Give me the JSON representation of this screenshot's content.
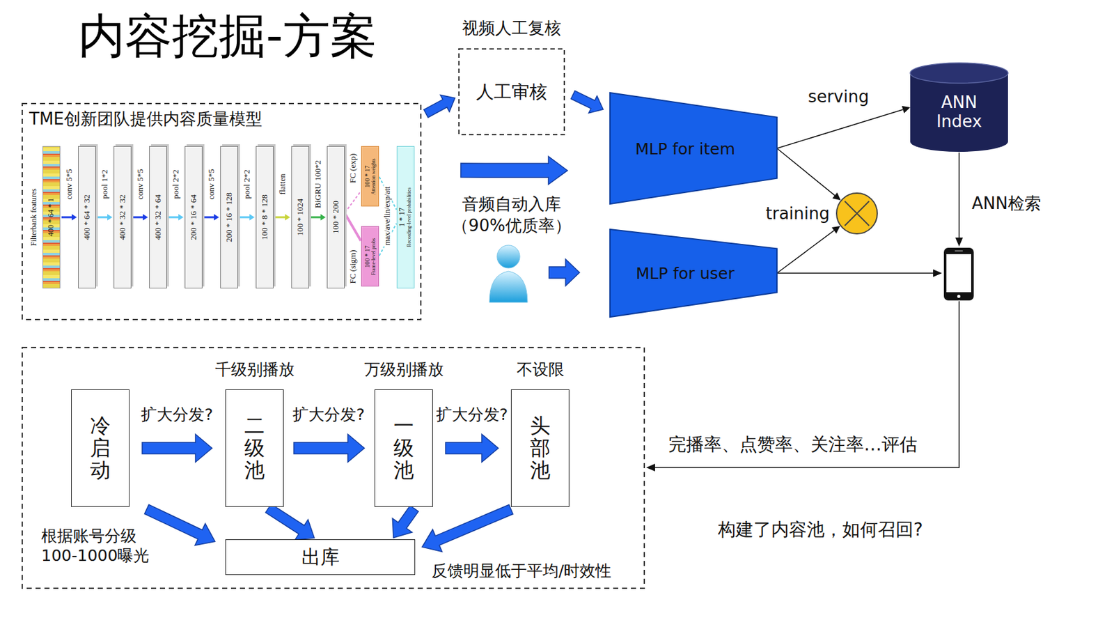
{
  "diagram": {
    "title": "内容挖掘-方案",
    "nodes": [
      {
        "text": [
          "TME创新团队提供内容质量模型"
        ]
      },
      {
        "text": [
          "Filterbank features",
          "400 * 64 * 1"
        ],
        "in": 0
      },
      {
        "text": [
          "400 * 64 * 32"
        ],
        "in": 0
      },
      {
        "text": [
          "400 * 32 * 32"
        ],
        "in": 0
      },
      {
        "text": [
          "400 * 32 * 64"
        ],
        "in": 0
      },
      {
        "text": [
          "200 * 16 * 64"
        ],
        "in": 0
      },
      {
        "text": [
          "200 * 16 * 128"
        ],
        "in": 0
      },
      {
        "text": [
          "100 * 8 * 128"
        ],
        "in": 0
      },
      {
        "text": [
          "100 * 1024"
        ],
        "in": 0
      },
      {
        "text": [
          "100 * 200"
        ],
        "in": 0
      },
      {
        "text": [
          "100 * 17",
          "Attention weights"
        ],
        "in": 0
      },
      {
        "text": [
          "100 * 17",
          "Frame-level probs"
        ],
        "in": 0
      },
      {
        "text": [
          "1 * 17",
          "Recording-level probabilities"
        ],
        "in": 0
      },
      {
        "text": [
          "视频人工复核",
          "人工审核"
        ]
      },
      {
        "text": [
          "MLP for item"
        ]
      },
      {
        "text": [
          "MLP for user"
        ]
      },
      {
        "text": [
          "ANN Index"
        ]
      },
      {
        "text": [
          "training"
        ]
      },
      {
        "text": [
          "根据账号分级 100-1000曝光",
          "反馈明显低于平均/时效性"
        ]
      },
      {
        "text": [
          "冷启动"
        ],
        "in": 18
      },
      {
        "text": [
          "千级别播放",
          "二级池"
        ],
        "in": 18
      },
      {
        "text": [
          "万级别播放",
          "一级池"
        ],
        "in": 18
      },
      {
        "text": [
          "不设限",
          "头部池"
        ],
        "in": 18
      },
      {
        "text": [
          "出库"
        ],
        "in": 18
      }
    ],
    "edges": [
      {
        "from": 1,
        "to": 2,
        "arrow": "to",
        "label": "conv 5*5"
      },
      {
        "from": 2,
        "to": 3,
        "arrow": "to",
        "label": "pool 1*2"
      },
      {
        "from": 3,
        "to": 4,
        "arrow": "to",
        "label": "conv 5*5"
      },
      {
        "from": 4,
        "to": 5,
        "arrow": "to",
        "label": "pool 2*2"
      },
      {
        "from": 5,
        "to": 6,
        "arrow": "to",
        "label": "conv 5*5"
      },
      {
        "from": 6,
        "to": 7,
        "arrow": "to",
        "label": "pool 2*2"
      },
      {
        "from": 7,
        "to": 8,
        "arrow": "to",
        "label": "flatten"
      },
      {
        "from": 8,
        "to": 9,
        "arrow": "to",
        "label": "BiGRU 100*2"
      },
      {
        "from": 9,
        "to": 10,
        "arrow": "none",
        "label": "FC (exp)"
      },
      {
        "from": 9,
        "to": 11,
        "arrow": "none",
        "label": "FC (sigm)"
      },
      {
        "from": 10,
        "to": 12,
        "arrow": "none"
      },
      {
        "from": 11,
        "to": 12,
        "arrow": "none",
        "label": "max/ave/lin/exp/att"
      },
      {
        "from": 0,
        "to": 13,
        "arrow": "to"
      },
      {
        "from": 13,
        "to": 14,
        "arrow": "to"
      },
      {
        "from": 0,
        "to": 14,
        "arrow": "to",
        "label": "音频自动入库 （90%优质率）"
      },
      {
        "from": 14,
        "to": 16,
        "arrow": "to",
        "label": "serving"
      },
      {
        "from": 14,
        "to": 17,
        "arrow": "to"
      },
      {
        "from": 15,
        "to": 17,
        "arrow": "to"
      },
      {
        "from": 19,
        "to": 20,
        "arrow": "to",
        "label": "扩大分发?"
      },
      {
        "from": 20,
        "to": 21,
        "arrow": "to",
        "label": "扩大分发?"
      },
      {
        "from": 21,
        "to": 22,
        "arrow": "to",
        "label": "扩大分发?"
      },
      {
        "from": 19,
        "to": 23,
        "arrow": "to"
      },
      {
        "from": 20,
        "to": 23,
        "arrow": "to"
      },
      {
        "from": 21,
        "to": 23,
        "arrow": "to"
      },
      {
        "from": 22,
        "to": 23,
        "arrow": "to"
      }
    ],
    "labels": [
      "ANN检索",
      "完播率、点赞率、关注率…评估",
      "构建了内容池，如何召回?"
    ]
  }
}
